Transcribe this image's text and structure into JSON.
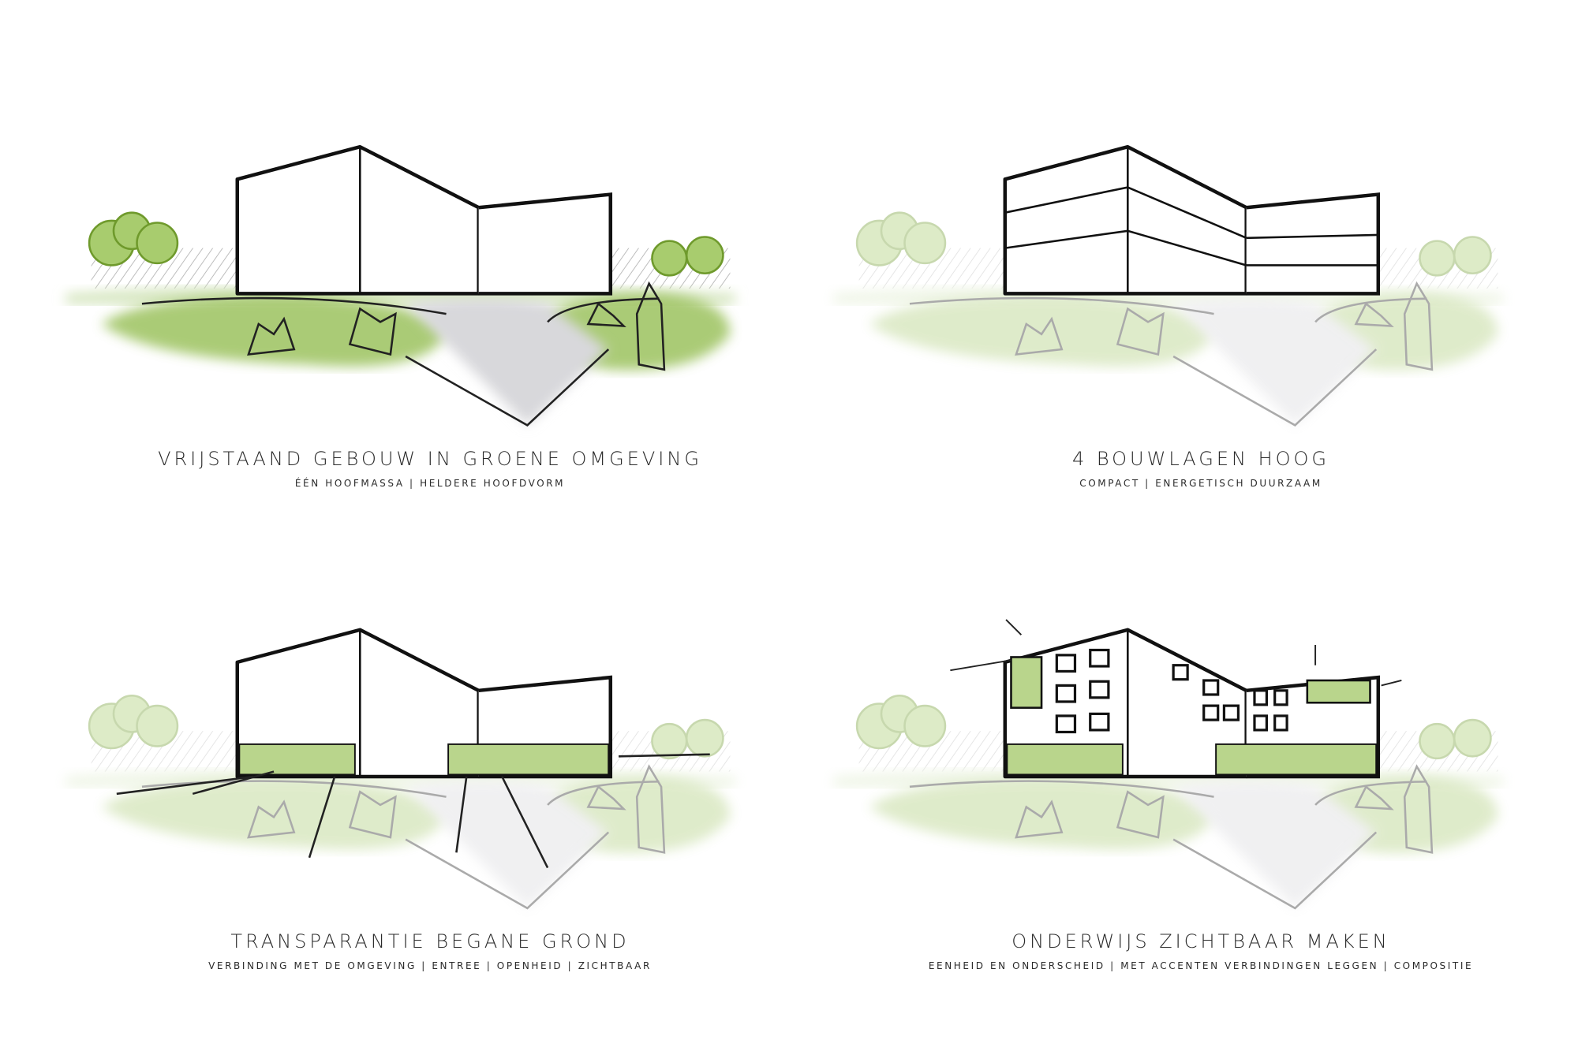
{
  "panels": [
    {
      "title": "VRIJSTAAND GEBOUW IN GROENE OMGEVING",
      "subtitle": "ÉÉN HOOFMASSA | HELDERE HOOFDVORM"
    },
    {
      "title": "4 BOUWLAGEN HOOG",
      "subtitle": "COMPACT | ENERGETISCH DUURZAAM"
    },
    {
      "title": "TRANSPARANTIE BEGANE GROND",
      "subtitle": "VERBINDING MET DE OMGEVING | ENTREE | OPENHEID | ZICHTBAAR"
    },
    {
      "title": "ONDERWIJS ZICHTBAAR MAKEN",
      "subtitle": "EENHEID EN ONDERSCHEID | MET ACCENTEN VERBINDINGEN LEGGEN | COMPOSITIE"
    }
  ],
  "colors": {
    "green": "#7fae3c",
    "green_light": "#c9dfa8",
    "road": "#d9d9dc",
    "ink": "#111111"
  }
}
